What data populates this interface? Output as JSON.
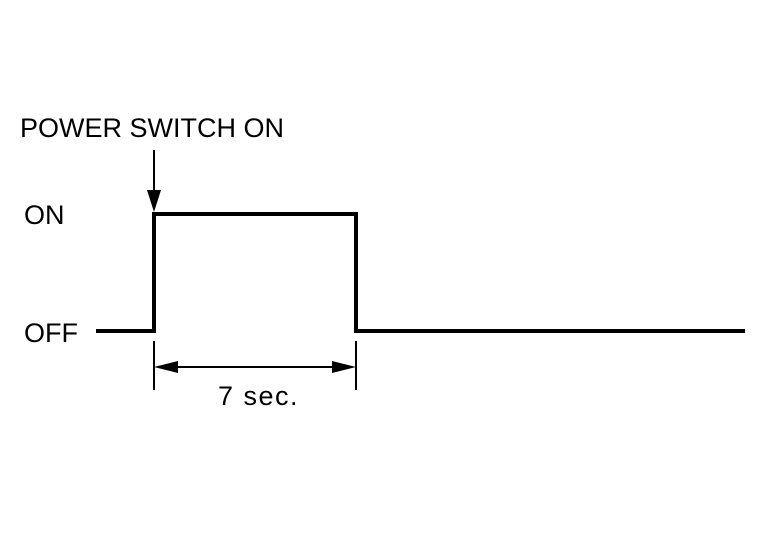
{
  "diagram": {
    "trigger_label": "POWER SWITCH ON",
    "state_high_label": "ON",
    "state_low_label": "OFF",
    "duration_label": "7 sec."
  },
  "colors": {
    "line": "#000000",
    "background": "#ffffff"
  }
}
